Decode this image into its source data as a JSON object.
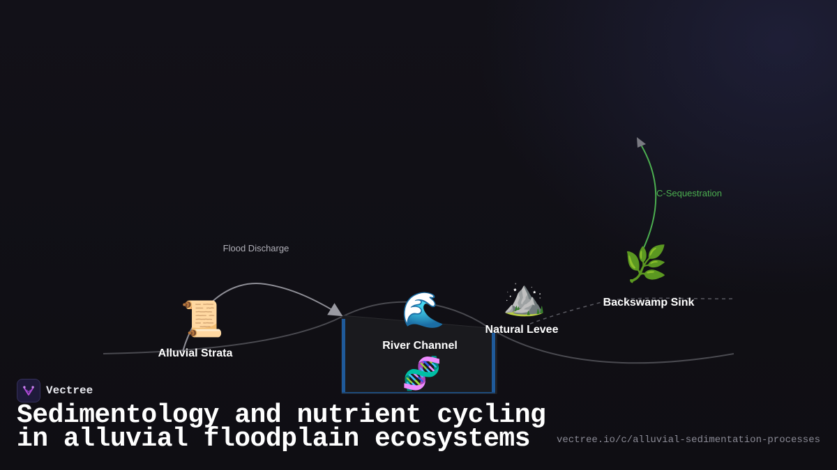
{
  "diagram": {
    "nodes": [
      {
        "id": "alluvial",
        "label": "Alluvial Strata",
        "icon": "scroll-icon",
        "glyph": "📜"
      },
      {
        "id": "channel",
        "label": "River Channel",
        "icon": "wave-icon",
        "glyph": "🌊"
      },
      {
        "id": "levee",
        "label": "Natural Levee",
        "icon": "mountain-icon",
        "glyph": "⛰️"
      },
      {
        "id": "backswamp",
        "label": "Backswamp Sink",
        "icon": "herb-icon",
        "glyph": "🌿"
      },
      {
        "id": "nutrient",
        "label": "",
        "icon": "dna-icon",
        "glyph": "🧬"
      }
    ],
    "edges": [
      {
        "label": "Flood Discharge",
        "color": "#b0b0b8"
      },
      {
        "label": "C-Sequestration",
        "color": "#4caf50"
      }
    ]
  },
  "footer": {
    "brand": "Vectree",
    "title_line1": "Sedimentology and nutrient cycling",
    "title_line2": "in alluvial floodplain ecosystems",
    "url": "vectree.io/c/alluvial-sedimentation-processes"
  },
  "colors": {
    "background": "#111016",
    "channel_box": "#1a1a1e",
    "channel_border": "#1f5a9a",
    "sequestration": "#4caf50"
  }
}
